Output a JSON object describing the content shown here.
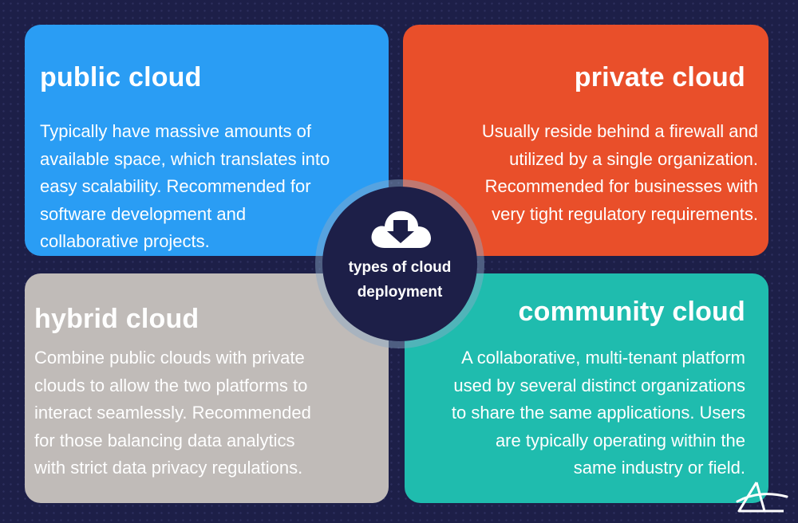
{
  "center": {
    "title_line1": "types of cloud",
    "title_line2": "deployment",
    "icon": "cloud-download-icon"
  },
  "cards": {
    "public": {
      "title": "public cloud",
      "lines": [
        "Typically have massive amounts of",
        "available space, which translates into",
        "easy scalability. Recommended for",
        "software development and",
        "collaborative projects."
      ],
      "color": "#2a9df4"
    },
    "private": {
      "title": "private cloud",
      "lines": [
        "Usually reside behind a firewall and",
        "utilized by a single organization.",
        "Recommended for businesses with",
        "very tight regulatory requirements."
      ],
      "color": "#e94f2a"
    },
    "hybrid": {
      "title": "hybrid cloud",
      "lines": [
        "Combine public clouds with private",
        "clouds to allow the two platforms to",
        "interact seamlessly. Recommended",
        "for those balancing data analytics",
        "with strict data privacy regulations."
      ],
      "color": "#c0bbb8"
    },
    "community": {
      "title": "community cloud",
      "lines": [
        "A collaborative, multi-tenant platform",
        "used by several distinct organizations",
        "to share the same applications. Users",
        "are typically operating within the",
        "same industry or field."
      ],
      "color": "#1fbcae"
    }
  },
  "background_color": "#1d1f48",
  "logo_icon": "triangle-logo-icon"
}
